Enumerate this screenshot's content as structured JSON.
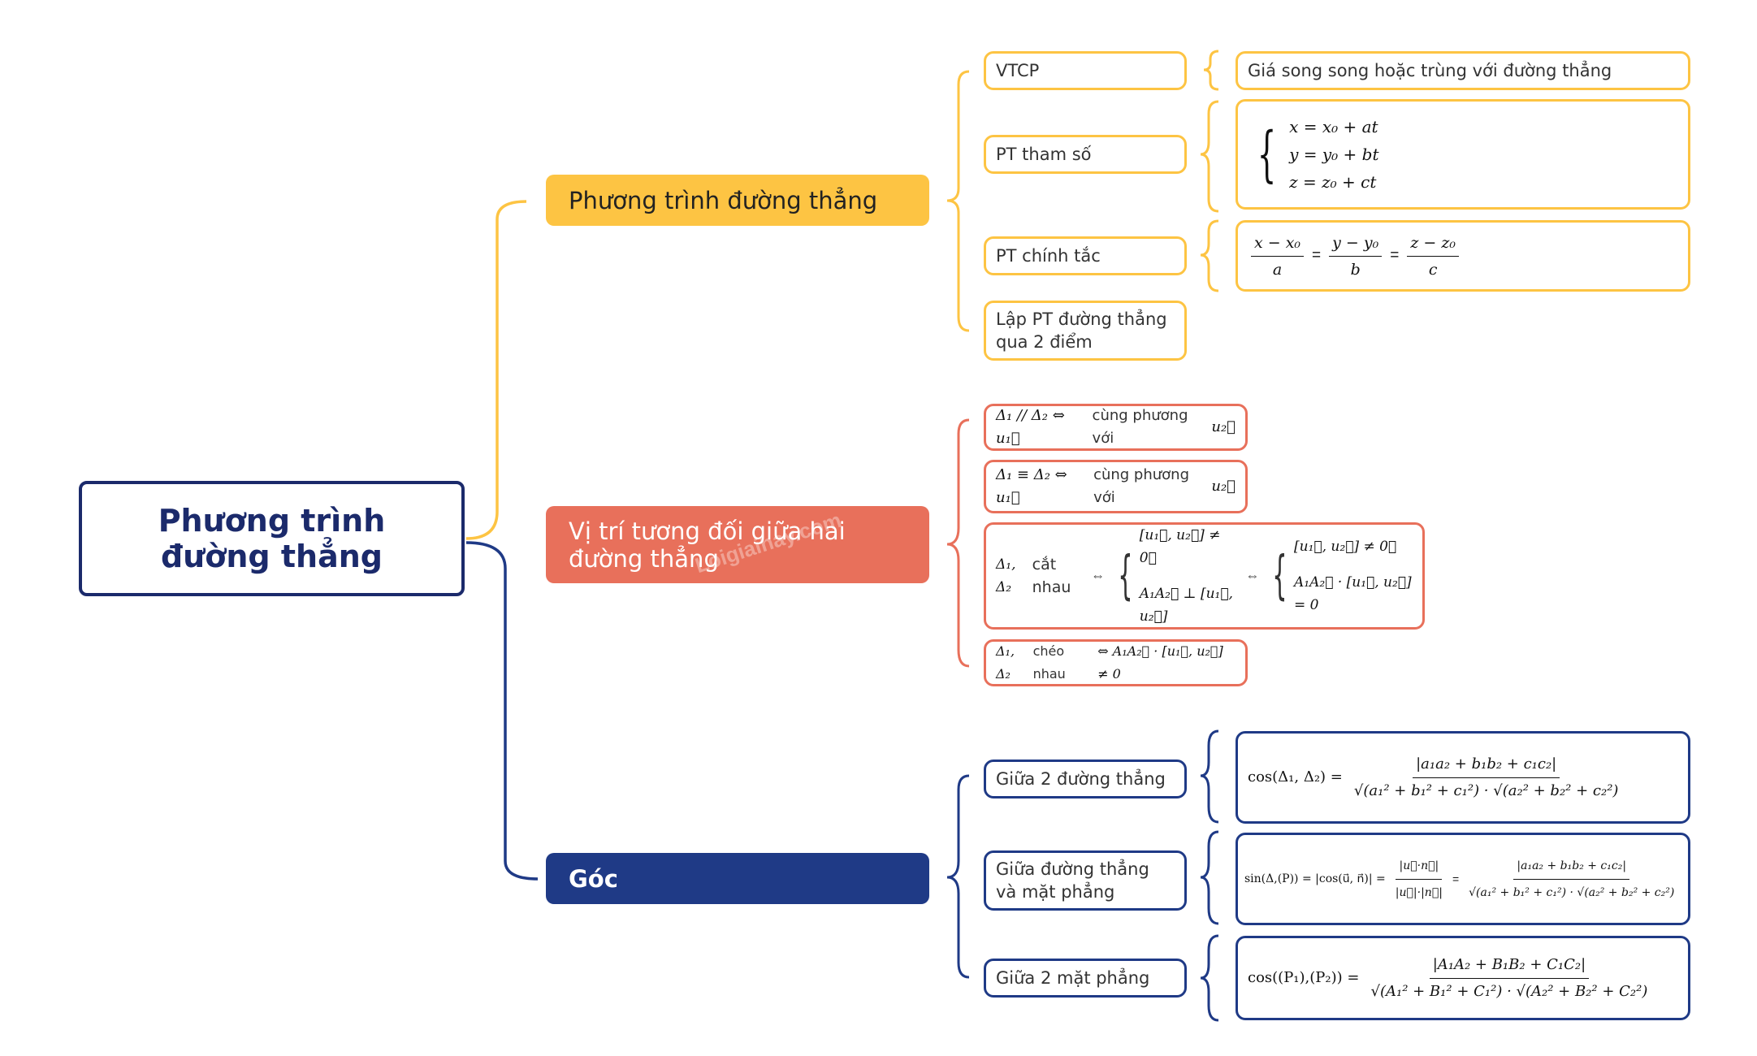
{
  "colors": {
    "navy": "#1b2a6b",
    "yellow": "#fdc443",
    "red": "#e8705b",
    "blue": "#1f3a86"
  },
  "root": {
    "title": "Phương trình đường thẳng"
  },
  "branches": [
    {
      "label": "Phương trình đường thẳng",
      "color": "#fdc443"
    },
    {
      "label": "Vị trí tương đối giữa hai đường thẳng",
      "color": "#e8705b"
    },
    {
      "label": "Góc",
      "color": "#1f3a86"
    }
  ],
  "pt_duong_thang": {
    "vtcp": {
      "label": "VTCP",
      "desc": "Giá song song hoặc trùng với đường thẳng"
    },
    "tham_so": {
      "label": "PT tham số",
      "lines": [
        "x = x₀ + at",
        "y = y₀ + bt",
        "z = z₀ + ct"
      ]
    },
    "chinh_tac": {
      "label": "PT chính tắc",
      "n1": "x − x₀",
      "d1": "a",
      "n2": "y − y₀",
      "d2": "b",
      "n3": "z − z₀",
      "d3": "c"
    },
    "hai_diem": {
      "label": "Lập PT đường thẳng qua 2 điểm"
    }
  },
  "vi_tri": {
    "song_song": {
      "lhs": "Δ₁ // Δ₂ ⇔ u₁⃗",
      "mid": "cùng phương với",
      "rhs": "u₂⃗"
    },
    "trung": {
      "lhs": "Δ₁ ≡ Δ₂ ⇔ u₁⃗",
      "mid": "cùng phương với",
      "rhs": "u₂⃗"
    },
    "cat": {
      "lhs": "Δ₁, Δ₂",
      "mid": "cắt nhau",
      "c1": "[u₁⃗, u₂⃗] ≠ 0⃗",
      "c2": "A₁A₂⃗ ⊥ [u₁⃗, u₂⃗]",
      "c3": "[u₁⃗, u₂⃗] ≠ 0⃗",
      "c4": "A₁A₂⃗ · [u₁⃗, u₂⃗] = 0"
    },
    "cheo": {
      "lhs": "Δ₁, Δ₂",
      "mid": "chéo nhau",
      "rhs": "⇔ A₁A₂⃗ · [u₁⃗, u₂⃗] ≠ 0"
    }
  },
  "goc": {
    "hai_dt": {
      "label": "Giữa 2 đường thẳng",
      "lhs": "cos(Δ₁, Δ₂) =",
      "num": "|a₁a₂ + b₁b₂ + c₁c₂|",
      "den": "√(a₁² + b₁² + c₁²) · √(a₂² + b₂² + c₂²)"
    },
    "dt_mp": {
      "label": "Giữa đường thẳng và mặt phẳng",
      "lhs": "sin(Δ,(P)) = |cos(u⃗, n⃗)| =",
      "num1": "|u⃗·n⃗|",
      "den1": "|u⃗|·|n⃗|",
      "num2": "|a₁a₂ + b₁b₂ + c₁c₂|",
      "den2": "√(a₁² + b₁² + c₁²) · √(a₂² + b₂² + c₂²)"
    },
    "hai_mp": {
      "label": "Giữa 2 mặt phẳng",
      "lhs": "cos((P₁),(P₂)) =",
      "num": "|A₁A₂ + B₁B₂ + C₁C₂|",
      "den": "√(A₁² + B₁² + C₁²) · √(A₂² + B₂² + C₂²)"
    }
  },
  "watermark": "Loigiaihay.com"
}
